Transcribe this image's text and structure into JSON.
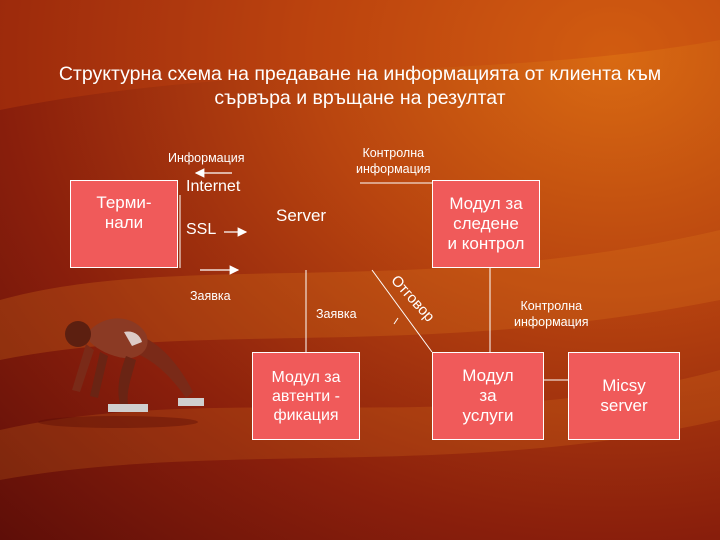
{
  "title": "Структурна схема на предаване на информацията от клиента към сървъра и връщане на резултат",
  "boxes": {
    "terminals": "Терми-\nнали",
    "monitor": "Модул за\nследене\nи контрол",
    "auth": "Модул за\nавтенти -\nфикация",
    "services": "Модул\nза\nуслуги",
    "micsy": "Micsy\nserver"
  },
  "labels": {
    "information": "Информация",
    "control_info_top": "Контролна\nинформация",
    "internet": "Internet",
    "ssl": "SSL",
    "server": "Server",
    "request_left": "Заявка",
    "request_mid": "Заявка",
    "response": "Отговор",
    "control_info_right": "Контролна\nинформация"
  },
  "colors": {
    "box_fill": "#f05a5a",
    "box_border": "#ffffff",
    "text": "#ffffff"
  },
  "icons": {
    "runner": "sprinter-at-start-icon"
  }
}
